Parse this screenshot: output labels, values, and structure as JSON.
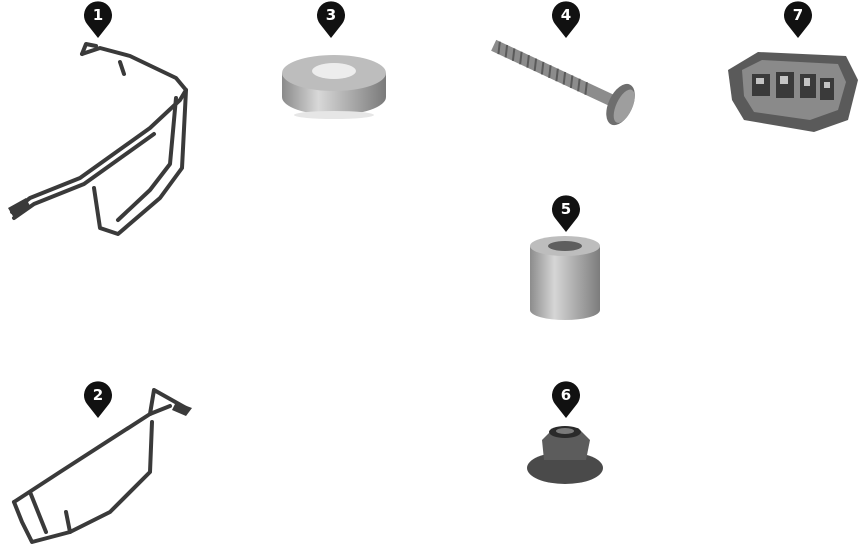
{
  "parts": [
    {
      "id": "part-1",
      "label": "1",
      "icon": "front-bracket-icon"
    },
    {
      "id": "part-2",
      "label": "2",
      "icon": "rear-bracket-icon"
    },
    {
      "id": "part-3",
      "label": "3",
      "icon": "washer-icon"
    },
    {
      "id": "part-4",
      "label": "4",
      "icon": "bolt-icon"
    },
    {
      "id": "part-5",
      "label": "5",
      "icon": "spacer-icon"
    },
    {
      "id": "part-6",
      "label": "6",
      "icon": "flange-nut-icon"
    },
    {
      "id": "part-7",
      "label": "7",
      "icon": "battery-pack-icon"
    }
  ],
  "colors": {
    "marker": "#111111",
    "marker_text": "#ffffff",
    "metal": "#9a9a9a",
    "wire": "#3a3a3a"
  }
}
